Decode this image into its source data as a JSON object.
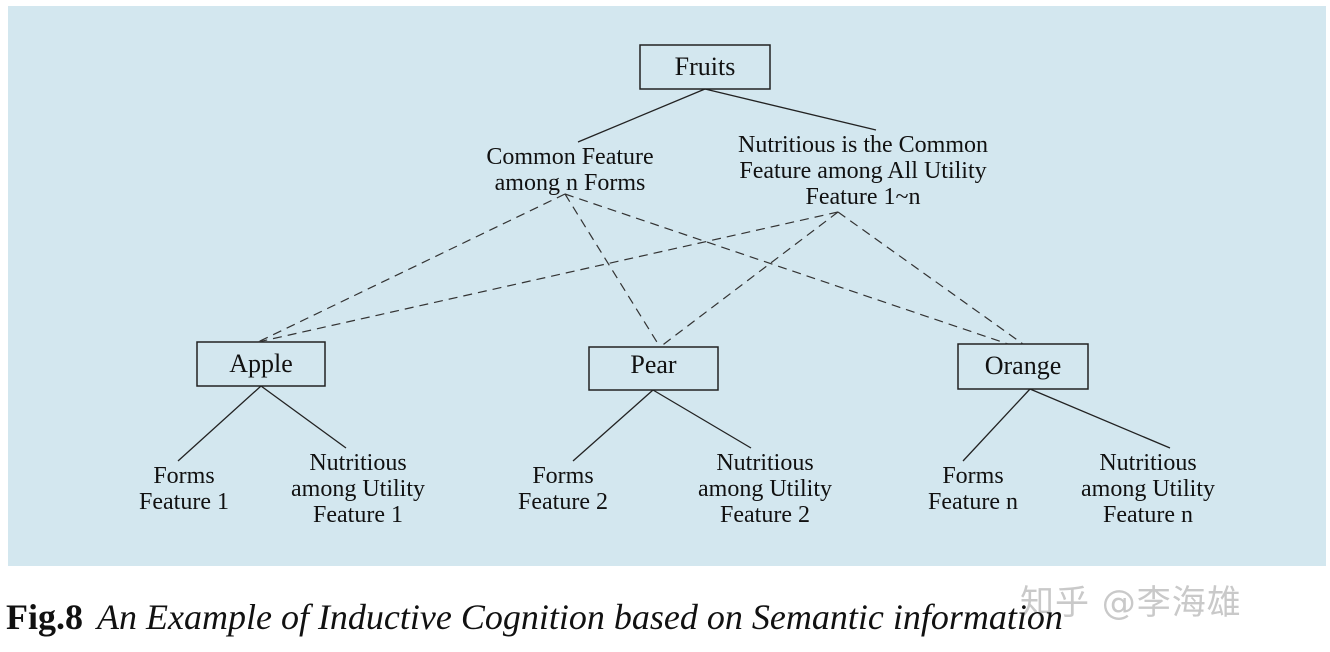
{
  "diagram": {
    "root": "Fruits",
    "common_form": [
      "Common Feature",
      "among n Forms"
    ],
    "common_utility": [
      "Nutritious is the Common",
      "Feature among All Utility",
      "Feature 1~n"
    ],
    "fruits": [
      {
        "name": "Apple",
        "form": [
          "Forms",
          "Feature 1"
        ],
        "utility": [
          "Nutritious",
          "among Utility",
          "Feature 1"
        ]
      },
      {
        "name": "Pear",
        "form": [
          "Forms",
          "Feature 2"
        ],
        "utility": [
          "Nutritious",
          "among Utility",
          "Feature 2"
        ]
      },
      {
        "name": "Orange",
        "form": [
          "Forms",
          "Feature n"
        ],
        "utility": [
          "Nutritious",
          "among Utility",
          "Feature n"
        ]
      }
    ]
  },
  "caption": {
    "number": "Fig.8",
    "text": "An Example of Inductive Cognition based on Semantic information"
  },
  "watermark": "知乎 @李海雄",
  "colors": {
    "panel_background": "#d3e7ef",
    "line": "#222222"
  }
}
